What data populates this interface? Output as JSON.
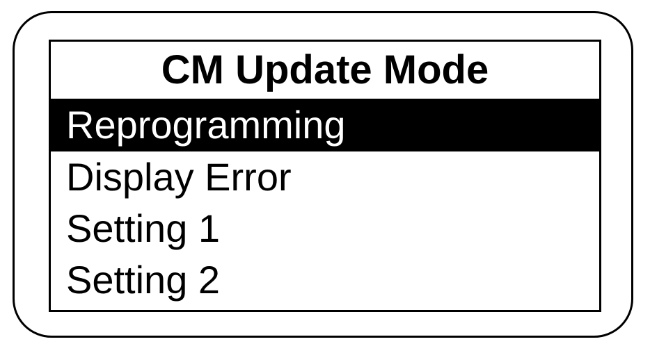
{
  "screen": {
    "title": "CM Update Mode",
    "selected_index": 0,
    "menu_items": [
      {
        "label": "Reprogramming"
      },
      {
        "label": "Display Error"
      },
      {
        "label": "Setting 1"
      },
      {
        "label": "Setting 2"
      }
    ]
  },
  "colors": {
    "foreground": "#000000",
    "background": "#ffffff",
    "highlight_background": "#000000",
    "highlight_text": "#ffffff"
  }
}
